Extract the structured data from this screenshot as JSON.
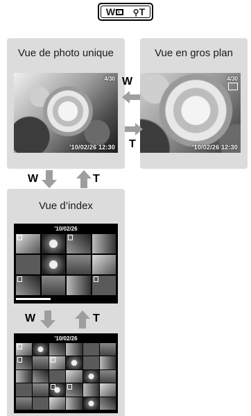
{
  "lever": {
    "w": "W",
    "t": "T"
  },
  "panels": {
    "single": {
      "title": "Vue de photo unique",
      "stamp": "'10/02/26  12:30",
      "counter": "4/30"
    },
    "closeup": {
      "title": "Vue en gros plan",
      "stamp": "'10/02/26  12:30",
      "counter": "4/30"
    },
    "index": {
      "title": "Vue d’index",
      "date_top": "'10/02/26",
      "date_bottom": "'10/02/26"
    }
  },
  "arrows": {
    "single_to_closeup": "T",
    "closeup_to_single": "W",
    "single_to_index": "W",
    "index_to_single": "T",
    "index_to_dense": "W",
    "dense_to_index": "T"
  }
}
